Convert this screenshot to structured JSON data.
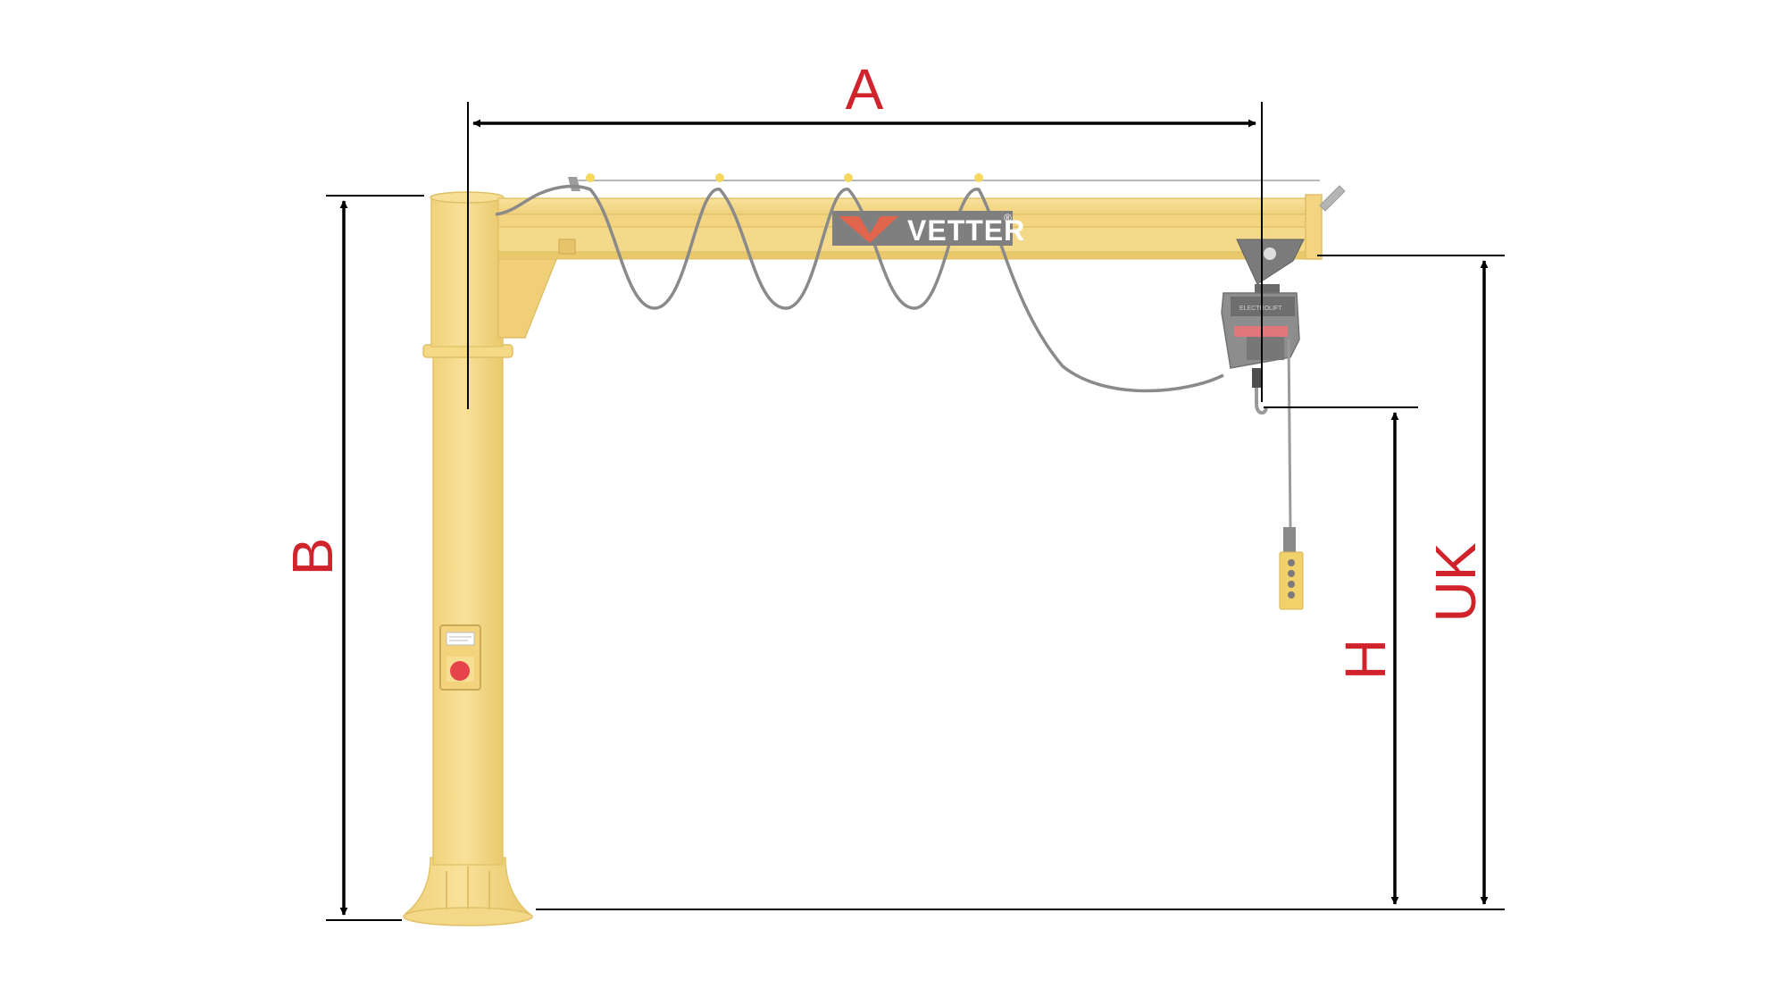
{
  "diagram": {
    "brand": {
      "name": "VETTER",
      "registered_mark": "®"
    },
    "hoist_label": "ELECTROLIFT",
    "dimensions": [
      {
        "id": "a",
        "label": "A"
      },
      {
        "id": "b",
        "label": "B"
      },
      {
        "id": "h",
        "label": "H"
      },
      {
        "id": "uk",
        "label": "UK"
      }
    ],
    "colors": {
      "dimension_label": "#d0232b",
      "crane_body": "#f6dc88",
      "crane_shadow": "#e8c86a",
      "logo_background": "#7f7f7f",
      "logo_mark": "#e0654c",
      "hoist_body": "#8d8d8d",
      "hoist_accent": "#e0777a",
      "cable": "#8a8a8a",
      "dimension_line": "#000000"
    },
    "icons": [
      "emergency-stop-icon",
      "pendant-control-icon",
      "hook-icon"
    ]
  }
}
